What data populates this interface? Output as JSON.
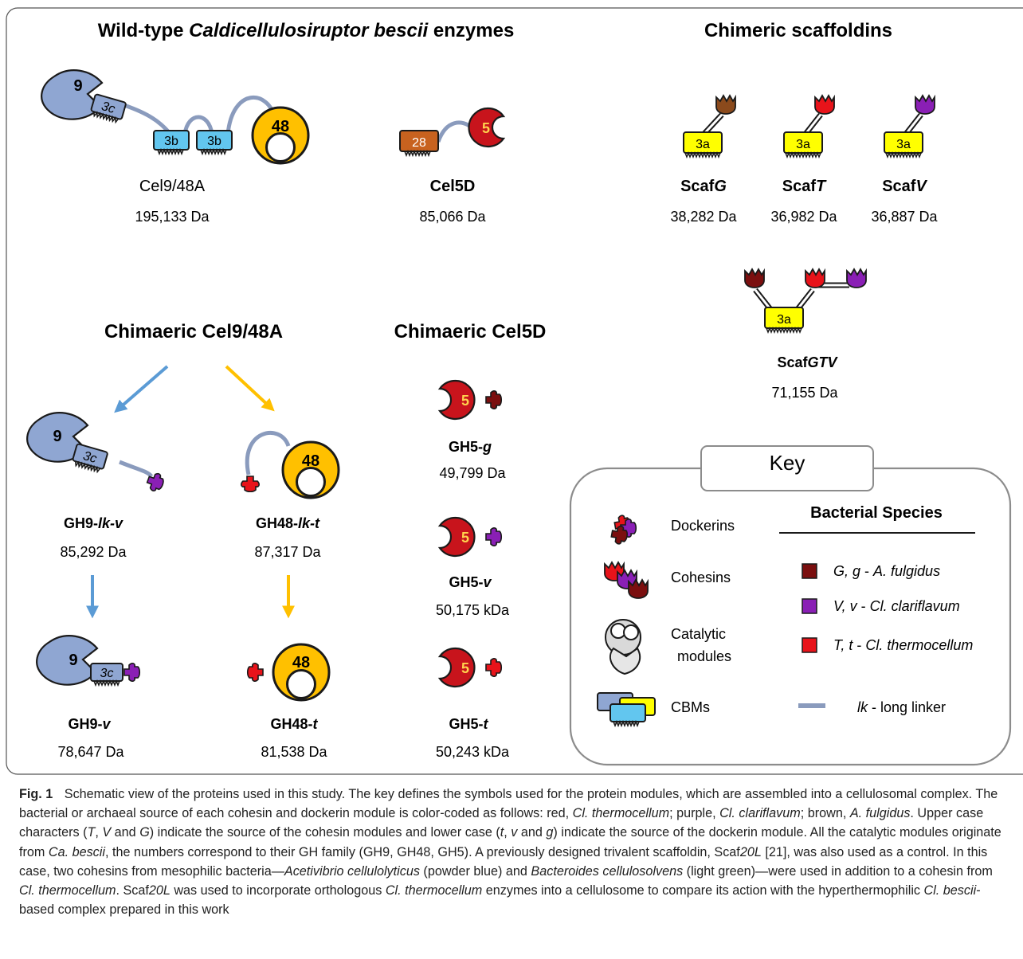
{
  "headings": {
    "wild_type_prefix": "Wild-type ",
    "wild_type_species": "Caldicellulosiruptor bescii",
    "wild_type_suffix": " enzymes",
    "chimeric_scaffoldins": "Chimeric scaffoldins",
    "chimaeric_cel9": "Chimaeric Cel9/48A",
    "chimaeric_cel5": "Chimaeric Cel5D"
  },
  "wild_type": [
    {
      "name": "Cel9/48A",
      "mass": "195,133 Da"
    },
    {
      "name": "Cel5D",
      "mass": "85,066 Da"
    }
  ],
  "scaffoldins": [
    {
      "name_prefix": "Scaf",
      "name_italic": "G",
      "mass": "38,282 Da"
    },
    {
      "name_prefix": "Scaf",
      "name_italic": "T",
      "mass": "36,982 Da"
    },
    {
      "name_prefix": "Scaf",
      "name_italic": "V",
      "mass": "36,887 Da"
    },
    {
      "name_prefix": "Scaf",
      "name_italic": "GTV",
      "mass": "71,155 Da"
    }
  ],
  "chimeras": {
    "gh9_lk_v": {
      "prefix": "GH9-",
      "italic": "lk-v",
      "mass": "85,292 Da"
    },
    "gh48_lk_t": {
      "prefix": "GH48-",
      "italic": "lk-t",
      "mass": "87,317 Da"
    },
    "gh9_v": {
      "prefix": "GH9-",
      "italic": "v",
      "mass": "78,647 Da"
    },
    "gh48_t": {
      "prefix": "GH48-",
      "italic": "t",
      "mass": "81,538 Da"
    },
    "gh5_g": {
      "prefix": "GH5-",
      "italic": "g",
      "mass": "49,799 Da"
    },
    "gh5_v": {
      "prefix": "GH5-",
      "italic": "v",
      "mass": "50,175 kDa"
    },
    "gh5_t": {
      "prefix": "GH5-",
      "italic": "t",
      "mass": "50,243 kDa"
    }
  },
  "module_labels": {
    "gh9": "9",
    "cbm3c": "3c",
    "cbm3b": "3b",
    "gh48": "48",
    "cbm28": "28",
    "gh5": "5",
    "cohesin3a": "3a"
  },
  "key": {
    "title": "Key",
    "species_header": "Bacterial Species",
    "items": [
      "Dockerins",
      "Cohesins",
      "Catalytic",
      "modules",
      "CBMs"
    ],
    "species": [
      {
        "code": "G, g",
        "sep": " - ",
        "name": "A. fulgidus",
        "color": "#7b0f0f"
      },
      {
        "code": "V, v",
        "sep": " - ",
        "name": "Cl. clariflavum",
        "color": "#8a1fb5"
      },
      {
        "code": "T, t",
        "sep": " - ",
        "name": "Cl. thermocellum",
        "color": "#e8131a"
      }
    ],
    "linker": {
      "code": "lk",
      "text": " - long linker",
      "color": "#8a9bbd"
    }
  },
  "colors": {
    "gh9": "#8fa6d2",
    "cbm3": "#62c6ef",
    "gh48": "#ffc000",
    "gh5": "#c8141c",
    "cbm28": "#c8621f",
    "cohesin": "#ffff00",
    "linker": "#8a9bbd",
    "brown": "#8b4a1c",
    "red": "#e8131a",
    "purple": "#8a1fb5",
    "darkred": "#7b0f0f",
    "arrow_blue": "#5b9bd5",
    "arrow_orange": "#ffc000"
  },
  "caption": {
    "label": "Fig. 1",
    "segments": [
      {
        "t": " Schematic view of the proteins used in this study. The key defines the symbols used for the protein modules, which are assembled into a cellulosomal complex. The bacterial or archaeal source of each cohesin and dockerin module is color-coded as follows: red, "
      },
      {
        "t": "Cl. thermocellum",
        "i": true
      },
      {
        "t": "; purple, "
      },
      {
        "t": "Cl. clariflavum",
        "i": true
      },
      {
        "t": "; brown, "
      },
      {
        "t": "A. fulgidus",
        "i": true
      },
      {
        "t": ". Upper case characters ("
      },
      {
        "t": "T",
        "i": true
      },
      {
        "t": ", "
      },
      {
        "t": "V",
        "i": true
      },
      {
        "t": " and "
      },
      {
        "t": "G",
        "i": true
      },
      {
        "t": ") indicate the source of the cohesin modules and lower case ("
      },
      {
        "t": "t",
        "i": true
      },
      {
        "t": ", "
      },
      {
        "t": "v",
        "i": true
      },
      {
        "t": " and "
      },
      {
        "t": "g",
        "i": true
      },
      {
        "t": ") indicate the source of the dockerin module. All the catalytic modules originate from "
      },
      {
        "t": "Ca. bescii",
        "i": true
      },
      {
        "t": ", the numbers correspond to their GH family (GH9, GH48, GH5). A previously designed trivalent scaffoldin, Scaf"
      },
      {
        "t": "20L",
        "i": true
      },
      {
        "t": " [21], was also used as a control. In this case, two cohesins from mesophilic bacteria—"
      },
      {
        "t": "Acetivibrio cellulolyticus",
        "i": true
      },
      {
        "t": " (powder blue) and "
      },
      {
        "t": "Bacteroides cellulosolvens",
        "i": true
      },
      {
        "t": " (light green)—were used in addition to a cohesin from "
      },
      {
        "t": "Cl. thermocellum",
        "i": true
      },
      {
        "t": ". Scaf"
      },
      {
        "t": "20L",
        "i": true
      },
      {
        "t": " was used to incorporate orthologous "
      },
      {
        "t": "Cl. thermocellum",
        "i": true
      },
      {
        "t": " enzymes into a cellulosome to compare its action with the hyperthermophilic "
      },
      {
        "t": "Cl. bescii",
        "i": true
      },
      {
        "t": "-based complex prepared in this work"
      }
    ]
  }
}
